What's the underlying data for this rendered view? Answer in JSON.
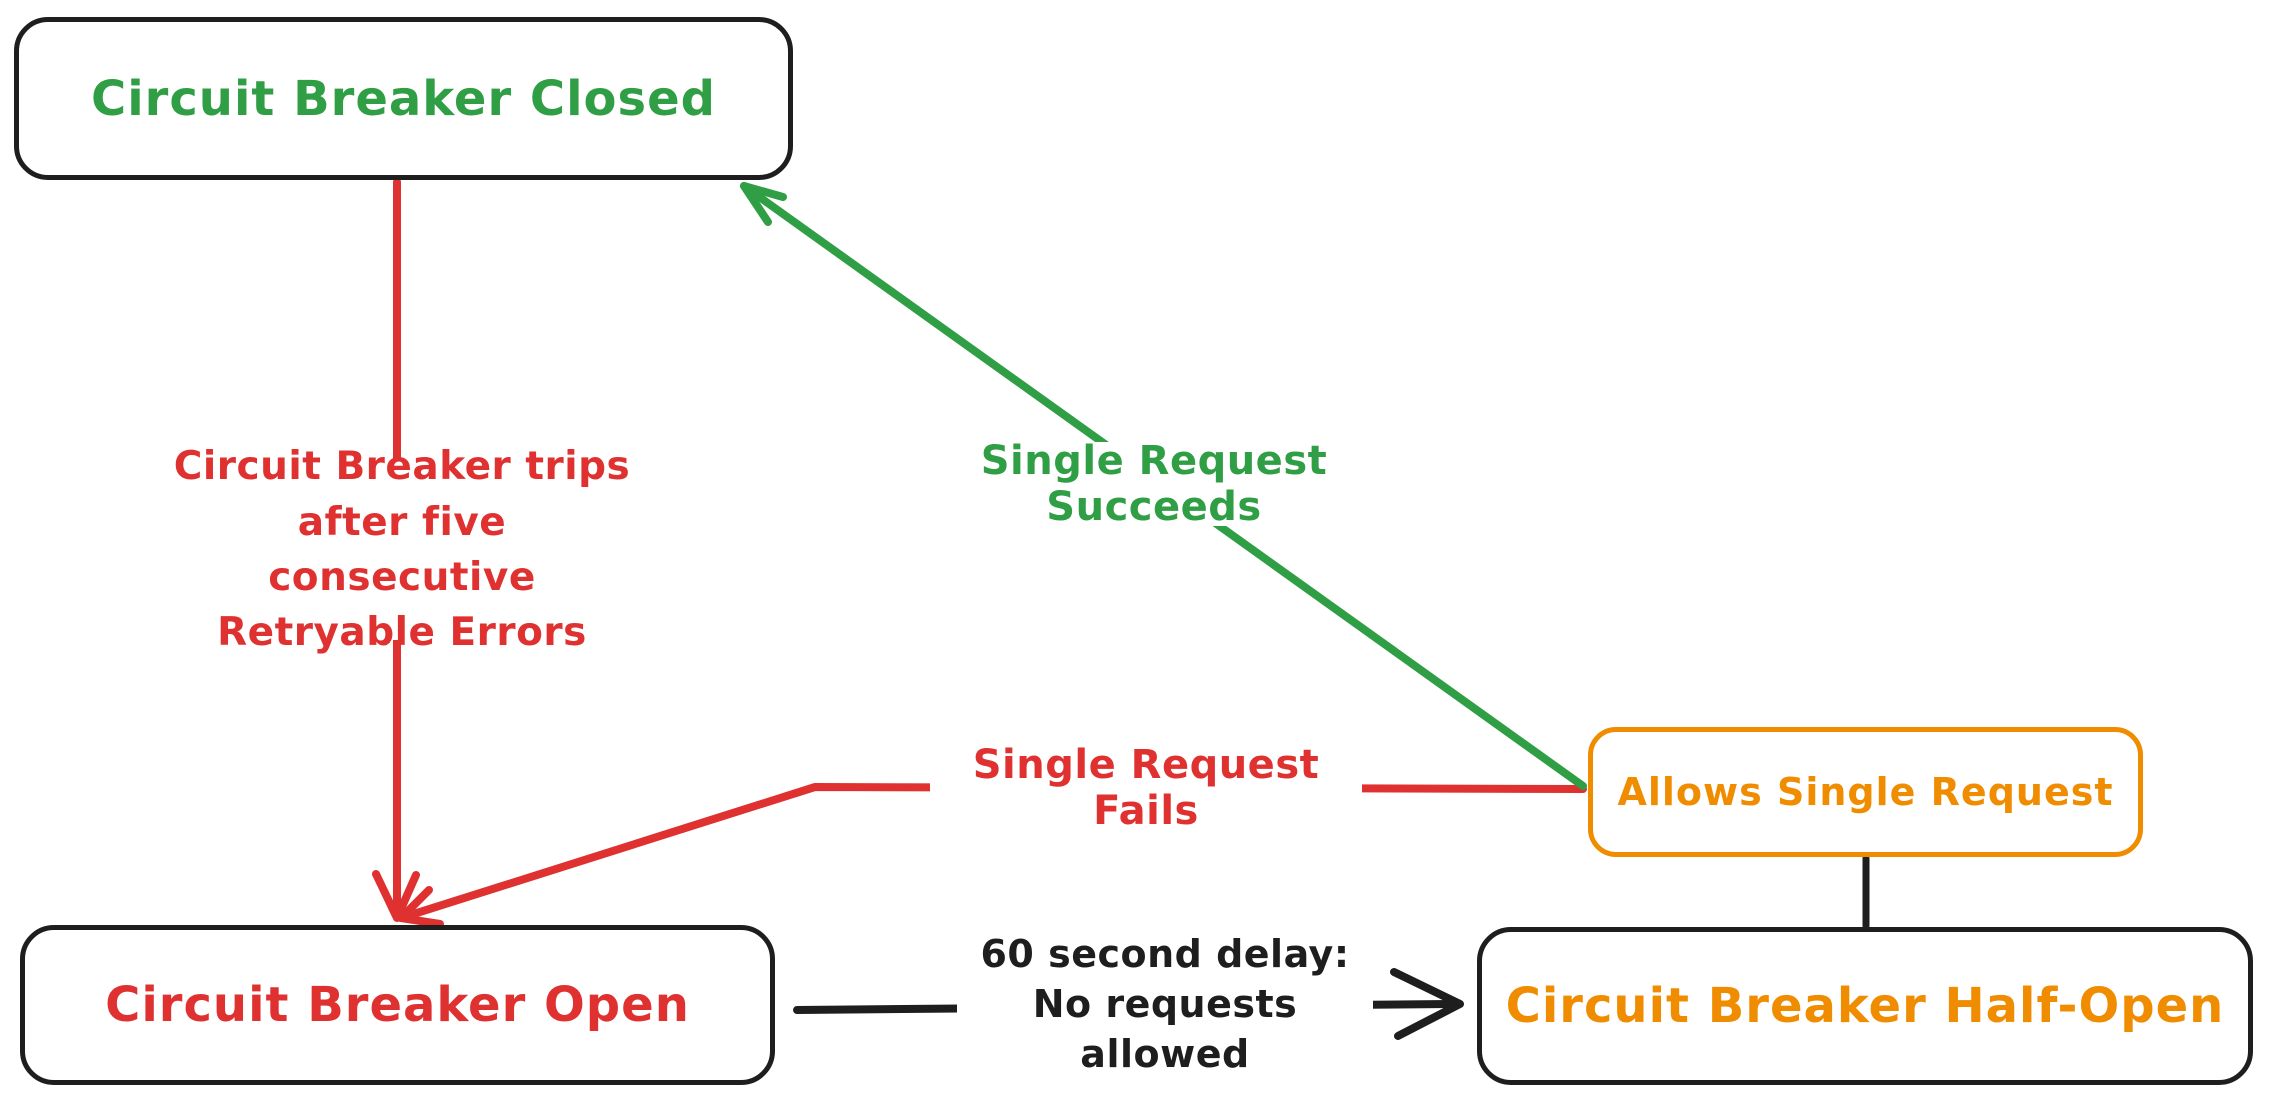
{
  "nodes": {
    "closed": {
      "label": "Circuit Breaker Closed"
    },
    "open": {
      "label": "Circuit Breaker Open"
    },
    "half_open": {
      "label": "Circuit Breaker Half-Open"
    },
    "allows": {
      "label": "Allows Single Request"
    }
  },
  "edges": {
    "trip": {
      "label": "Circuit Breaker trips\nafter five consecutive\nRetryable Errors"
    },
    "succeeds": {
      "label": "Single Request Succeeds"
    },
    "fails": {
      "label": "Single Request Fails"
    },
    "delay": {
      "label": "60 second delay:\nNo requests allowed"
    }
  },
  "colors": {
    "green": "#2f9e44",
    "red": "#e03131",
    "orange": "#f08c00",
    "ink": "#1e1e1e",
    "background": "#ffffff"
  }
}
